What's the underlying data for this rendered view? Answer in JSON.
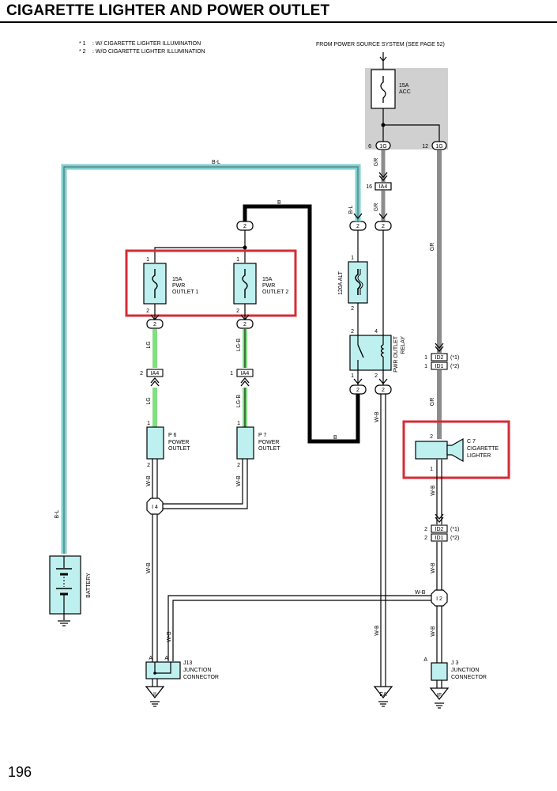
{
  "title": "CIGARETTE LIGHTER AND POWER OUTLET",
  "page_number": "196",
  "notes": [
    {
      "mark": "* 1",
      "text": ": W/ CIGARETTE LIGHTER ILLUMINATION"
    },
    {
      "mark": "* 2",
      "text": ": W/O CIGARETTE LIGHTER ILLUMINATION"
    }
  ],
  "power_source_label": "FROM POWER SOURCE SYSTEM (SEE PAGE 52)",
  "colors": {
    "wire_bl": "#7fcfcf",
    "wire_lg": "#7fe07f",
    "wire_gr": "#8c8c8c",
    "wire_b": "#000000",
    "component_fill": "#bff0f0",
    "power_box": "#d0d0d0",
    "highlight": "#d62b35"
  },
  "fuses": {
    "acc": {
      "line1": "15A",
      "line2": "ACC"
    },
    "pwr1": {
      "line1": "15A",
      "line2": "PWR",
      "line3": "OUTLET 1"
    },
    "pwr2": {
      "line1": "15A",
      "line2": "PWR",
      "line3": "OUTLET 2"
    },
    "alt": {
      "label": "120A ALT"
    }
  },
  "relay": {
    "label1": "PWR OUTLET",
    "label2": "RELAY"
  },
  "outlets": {
    "p6": {
      "id": "P 6",
      "l1": "POWER",
      "l2": "OUTLET"
    },
    "p7": {
      "id": "P 7",
      "l1": "POWER",
      "l2": "OUTLET"
    }
  },
  "lighter": {
    "id": "C 7",
    "l1": "CIGARETTE",
    "l2": "LIGHTER"
  },
  "battery": {
    "label": "BATTERY"
  },
  "junctions": {
    "j13": {
      "id": "J13",
      "l1": "JUNCTION",
      "l2": "CONNECTOR"
    },
    "j3": {
      "id": "J 3",
      "l1": "JUNCTION",
      "l2": "CONNECTOR"
    }
  },
  "splices": {
    "i4": "I 4",
    "i2": "I 2"
  },
  "grounds": {
    "ii": "II",
    "ea": "EA",
    "if": "IF"
  },
  "connectors": {
    "c1g": "1G",
    "ia4": "IA4",
    "c2": "2",
    "id2": "ID2",
    "id1": "ID1",
    "a": "A"
  },
  "pins": {
    "p1": "1",
    "p2": "2",
    "p4": "4",
    "p6": "6",
    "p12": "12",
    "p16": "16"
  },
  "wires": {
    "bl": "B-L",
    "b": "B",
    "gr": "GR",
    "lg": "LG",
    "lgb": "LG-B",
    "wb": "W-B"
  },
  "star1": "(*1)",
  "star2": "(*2)"
}
